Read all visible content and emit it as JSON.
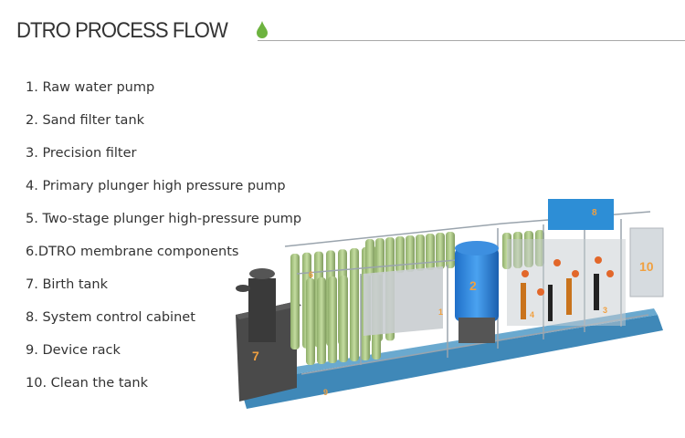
{
  "header": {
    "title": "DTRO PROCESS FLOW",
    "icon": "water-drop-icon",
    "accent": "#6db33f"
  },
  "components": [
    "1. Raw water pump",
    "2. Sand filter tank",
    "3. Precision filter",
    "4. Primary plunger high pressure pump",
    "5. Two-stage plunger high-pressure pump",
    "6.DTRO membrane components",
    "7. Birth tank",
    "8. System control cabinet",
    "9. Device rack",
    "10. Clean the tank"
  ],
  "diagram_labels": {
    "l7": "7",
    "l9": "9",
    "l2": "2",
    "l10": "10",
    "l8": "8",
    "l6": "6",
    "l1": "1",
    "l4": "4",
    "l3": "3"
  }
}
